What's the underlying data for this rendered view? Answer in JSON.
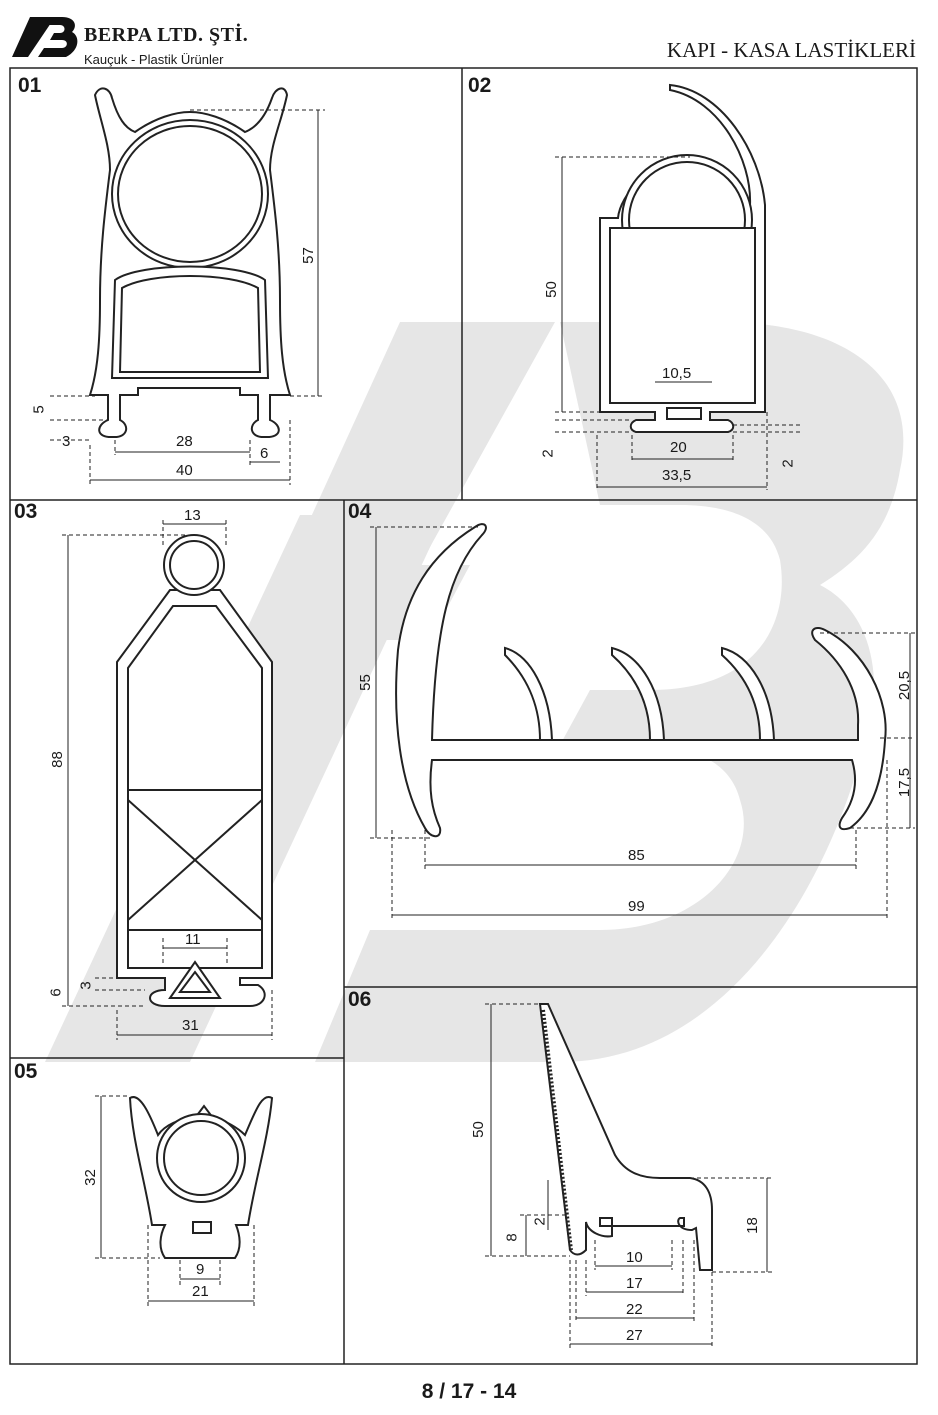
{
  "header": {
    "company": "BERPA LTD. ŞTİ.",
    "tagline": "Kauçuk - Plastik Ürünler",
    "title": "KAPI - KASA LASTİKLERİ"
  },
  "footer": {
    "page_number": "8 / 17 - 14"
  },
  "profiles": [
    {
      "id": "01",
      "dimensions": {
        "height": "57",
        "lip": "5",
        "foot": "3",
        "inner_width": "28",
        "foot_width": "6",
        "total_width": "40"
      }
    },
    {
      "id": "02",
      "dimensions": {
        "height": "50",
        "slot": "10,5",
        "base": "20",
        "total_width": "33,5",
        "left_step": "2",
        "right_step": "2"
      }
    },
    {
      "id": "03",
      "dimensions": {
        "bulb": "13",
        "height": "88",
        "slot": "11",
        "base_total": "6",
        "base_upper": "3",
        "width": "31"
      }
    },
    {
      "id": "04",
      "dimensions": {
        "height": "55",
        "fin": "20,5",
        "lower": "17,5",
        "inner_width": "85",
        "total_width": "99"
      }
    },
    {
      "id": "05",
      "dimensions": {
        "height": "32",
        "slot": "9",
        "width": "21"
      }
    },
    {
      "id": "06",
      "dimensions": {
        "height": "50",
        "base": "8",
        "step": "2",
        "right_height": "18",
        "w1": "10",
        "w2": "17",
        "w3": "22",
        "w4": "27"
      }
    }
  ]
}
